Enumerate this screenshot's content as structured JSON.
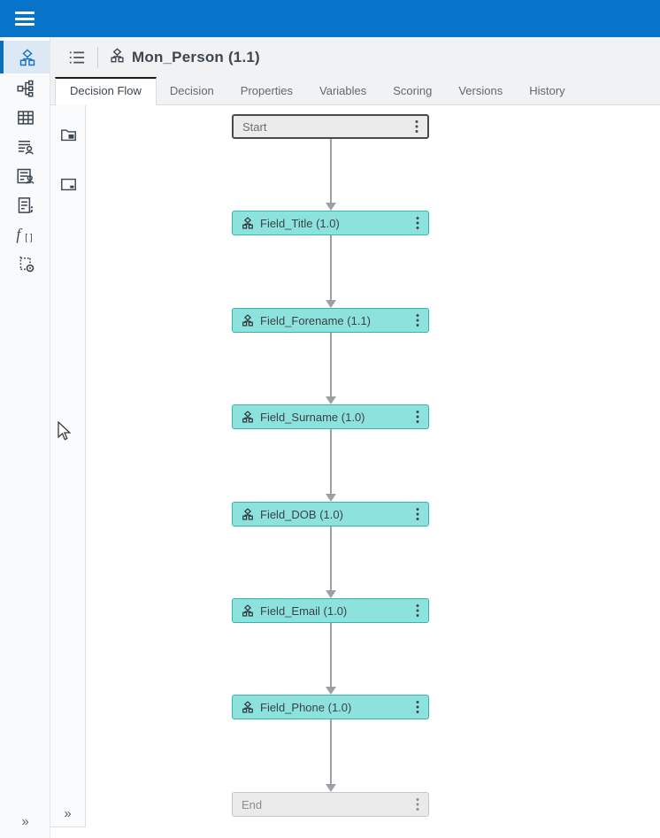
{
  "header": {
    "title": "Mon_Person (1.1)"
  },
  "tabs": [
    {
      "label": "Decision Flow",
      "active": true
    },
    {
      "label": "Decision",
      "active": false
    },
    {
      "label": "Properties",
      "active": false
    },
    {
      "label": "Variables",
      "active": false
    },
    {
      "label": "Scoring",
      "active": false
    },
    {
      "label": "Versions",
      "active": false
    },
    {
      "label": "History",
      "active": false
    }
  ],
  "sidebar": {
    "items": [
      {
        "id": "decision-flows",
        "icon": "decision-flow-icon",
        "active": true
      },
      {
        "id": "hierarchy",
        "icon": "tree-branch-icon",
        "active": false
      },
      {
        "id": "tables",
        "icon": "table-icon",
        "active": false
      },
      {
        "id": "rulesets",
        "icon": "document-person-icon",
        "active": false
      },
      {
        "id": "lookups",
        "icon": "document-person-box-icon",
        "active": false
      },
      {
        "id": "code-files",
        "icon": "document-code-icon",
        "active": false
      },
      {
        "id": "functions",
        "icon": "function-brackets-icon",
        "active": false
      },
      {
        "id": "deployments",
        "icon": "dotted-flow-clock-icon",
        "active": false
      }
    ],
    "expand_label": "»"
  },
  "tool_panel": {
    "buttons": [
      {
        "id": "objects",
        "icon": "folder-objects-icon"
      },
      {
        "id": "overview",
        "icon": "frame-overview-icon"
      }
    ],
    "expand_label": "»"
  },
  "flow": {
    "nodes": [
      {
        "label": "Start",
        "type": "start",
        "selected": true
      },
      {
        "label": "Field_Title (1.0)",
        "type": "ruleset",
        "selected": false
      },
      {
        "label": "Field_Forename (1.1)",
        "type": "ruleset",
        "selected": false
      },
      {
        "label": "Field_Surname (1.0)",
        "type": "ruleset",
        "selected": false
      },
      {
        "label": "Field_DOB (1.0)",
        "type": "ruleset",
        "selected": false
      },
      {
        "label": "Field_Email (1.0)",
        "type": "ruleset",
        "selected": false
      },
      {
        "label": "Field_Phone (1.0)",
        "type": "ruleset",
        "selected": false
      },
      {
        "label": "End",
        "type": "end",
        "selected": false
      }
    ]
  },
  "colors": {
    "topbar_blue": "#0774C9",
    "accent_blue": "#0B6FBE",
    "node_teal_bg": "#8DE2DE",
    "node_teal_border": "#2FB7B0",
    "node_gray_bg": "#EAEAEA",
    "selected_border": "#4A4A4A",
    "connector_gray": "#9CA0A4"
  }
}
